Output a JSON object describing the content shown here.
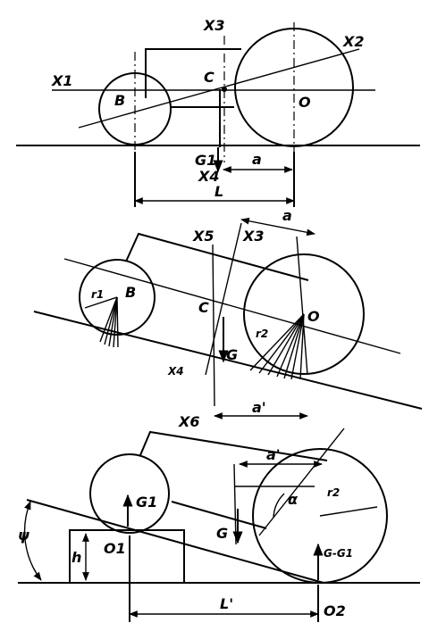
{
  "diagram": {
    "top": {
      "labels": {
        "x1": "X1",
        "x2": "X2",
        "x3": "X3",
        "x4": "X4",
        "b": "B",
        "c": "C",
        "o": "O",
        "g1": "G1",
        "a": "a",
        "l": "L"
      }
    },
    "middle": {
      "labels": {
        "x5": "X5",
        "x3": "X3",
        "x4": "X4",
        "a": "a",
        "r1": "r1",
        "b": "B",
        "c": "C",
        "o": "O",
        "r2": "r2",
        "g": "G",
        "a_prime": "a'"
      }
    },
    "bottom": {
      "labels": {
        "x6": "X6",
        "a_prime": "a'",
        "g1": "G1",
        "alpha": "α",
        "r2": "r2",
        "h": "h",
        "o1": "O1",
        "g": "G",
        "g_minus_g1": "G-G1",
        "psi": "ψ",
        "l_prime": "L'",
        "o2": "O2"
      }
    }
  }
}
